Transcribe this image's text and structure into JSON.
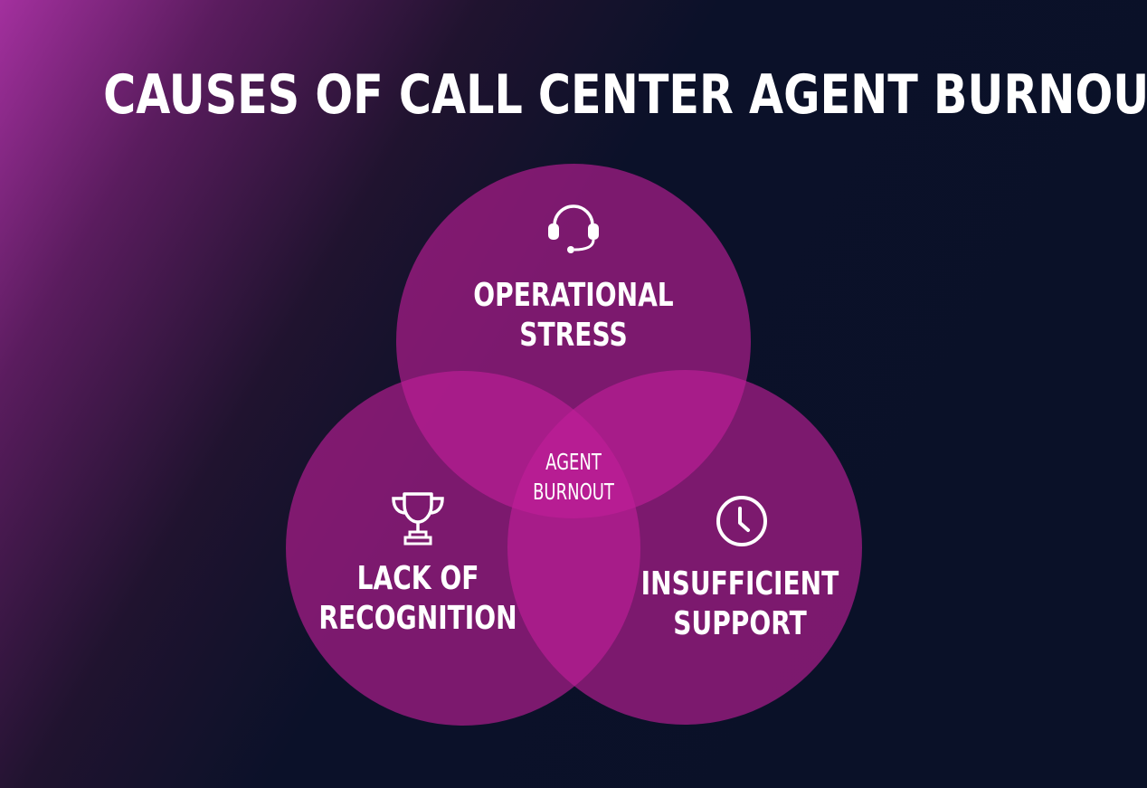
{
  "title": "CAUSES OF CALL CENTER AGENT BURNOUT",
  "circles": {
    "top": {
      "line1": "OPERATIONAL",
      "line2": "STRESS",
      "icon": "headset-icon"
    },
    "left": {
      "line1": "LACK OF",
      "line2": "RECOGNITION",
      "icon": "trophy-icon"
    },
    "right": {
      "line1": "INSUFFICIENT",
      "line2": "SUPPORT",
      "icon": "clock-icon"
    }
  },
  "center": {
    "line1": "AGENT",
    "line2": "BURNOUT"
  },
  "colors": {
    "circle_fill": "#c21f9a",
    "text": "#ffffff",
    "background": "#0a1128",
    "accent_glow": "#a3309e"
  }
}
